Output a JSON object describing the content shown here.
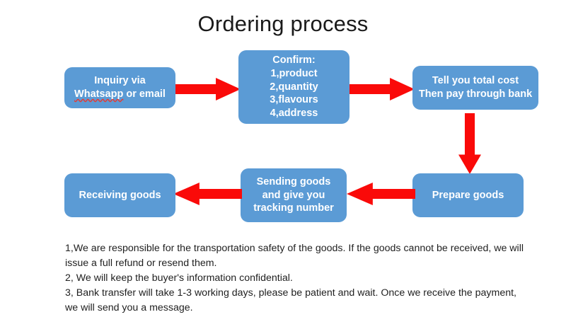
{
  "title": "Ordering process",
  "flow": {
    "nodes": [
      {
        "id": "inquiry",
        "lines": [
          "Inquiry via",
          "Whatsapp or email"
        ],
        "line1": "Inquiry via",
        "misspelled_word": "Whatsapp",
        "line2_rest": " or email"
      },
      {
        "id": "confirm",
        "lines": [
          "Confirm:",
          "1,product",
          "2,quantity",
          "3,flavours",
          "4,address"
        ],
        "line1": "Confirm:",
        "line2": "1,product",
        "line3": "2,quantity",
        "line4": "3,flavours",
        "line5": "4,address"
      },
      {
        "id": "cost",
        "lines": [
          "Tell you total cost",
          "Then pay through bank"
        ],
        "line1": "Tell you total cost",
        "line2": "Then pay through bank"
      },
      {
        "id": "prepare",
        "lines": [
          "Prepare goods"
        ],
        "line1": "Prepare goods"
      },
      {
        "id": "sending",
        "lines": [
          "Sending goods",
          "and give you",
          "tracking number"
        ],
        "line1": "Sending goods",
        "line2": "and give you",
        "line3": "tracking number"
      },
      {
        "id": "receiving",
        "lines": [
          "Receiving goods"
        ],
        "line1": "Receiving goods"
      }
    ],
    "arrows": [
      {
        "id": "inquiry-to-confirm",
        "direction": "right"
      },
      {
        "id": "confirm-to-cost",
        "direction": "right"
      },
      {
        "id": "cost-to-prepare",
        "direction": "down"
      },
      {
        "id": "prepare-to-sending",
        "direction": "left"
      },
      {
        "id": "sending-to-receiving",
        "direction": "left"
      }
    ]
  },
  "notes": [
    "1,We are responsible for the transportation safety of the goods. If the goods cannot be received, we will issue a full refund or resend them.",
    "2, We will keep the buyer's information confidential.",
    "3, Bank transfer will take 1-3 working days, please be patient and wait. Once we receive the payment, we will send you a message."
  ],
  "colors": {
    "node_fill": "#5B9BD5",
    "arrow_fill": "#FA0A09",
    "node_text": "#FFFFFF",
    "body_text": "#1F1F1F",
    "background": "#FFFFFF",
    "spellcheck_underline": "#E8392F"
  }
}
